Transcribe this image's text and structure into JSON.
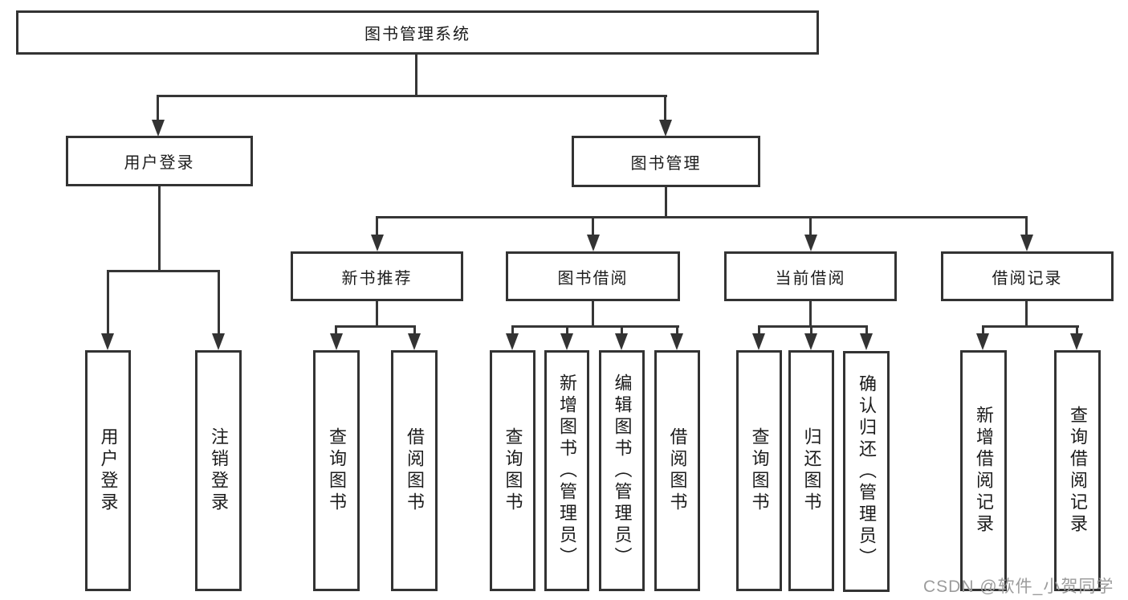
{
  "diagram": {
    "root": {
      "label": "图书管理系统"
    },
    "level1": {
      "user_login": {
        "label": "用户登录"
      },
      "book_mgmt": {
        "label": "图书管理"
      }
    },
    "level2": {
      "new_book_rec": {
        "label": "新书推荐"
      },
      "book_borrow": {
        "label": "图书借阅"
      },
      "current_borrow": {
        "label": "当前借阅"
      },
      "borrow_record": {
        "label": "借阅记录"
      }
    },
    "leaves": {
      "user_login_leaf": {
        "label": "用户登录"
      },
      "logout": {
        "label": "注销登录"
      },
      "rec_query_book": {
        "label": "查询图书"
      },
      "rec_borrow_book": {
        "label": "借阅图书"
      },
      "bb_query_book": {
        "label": "查询图书"
      },
      "bb_add_book": {
        "label": "新增图书（管理员）"
      },
      "bb_edit_book": {
        "label": "编辑图书（管理员）"
      },
      "bb_borrow_book": {
        "label": "借阅图书"
      },
      "cb_query_book": {
        "label": "查询图书"
      },
      "cb_return_book": {
        "label": "归还图书"
      },
      "cb_confirm_return": {
        "label": "确认归还（管理员）"
      },
      "br_add_record": {
        "label": "新增借阅记录"
      },
      "br_query_record": {
        "label": "查询借阅记录"
      }
    }
  },
  "watermark": {
    "text": "CSDN @软件_小贺同学"
  }
}
